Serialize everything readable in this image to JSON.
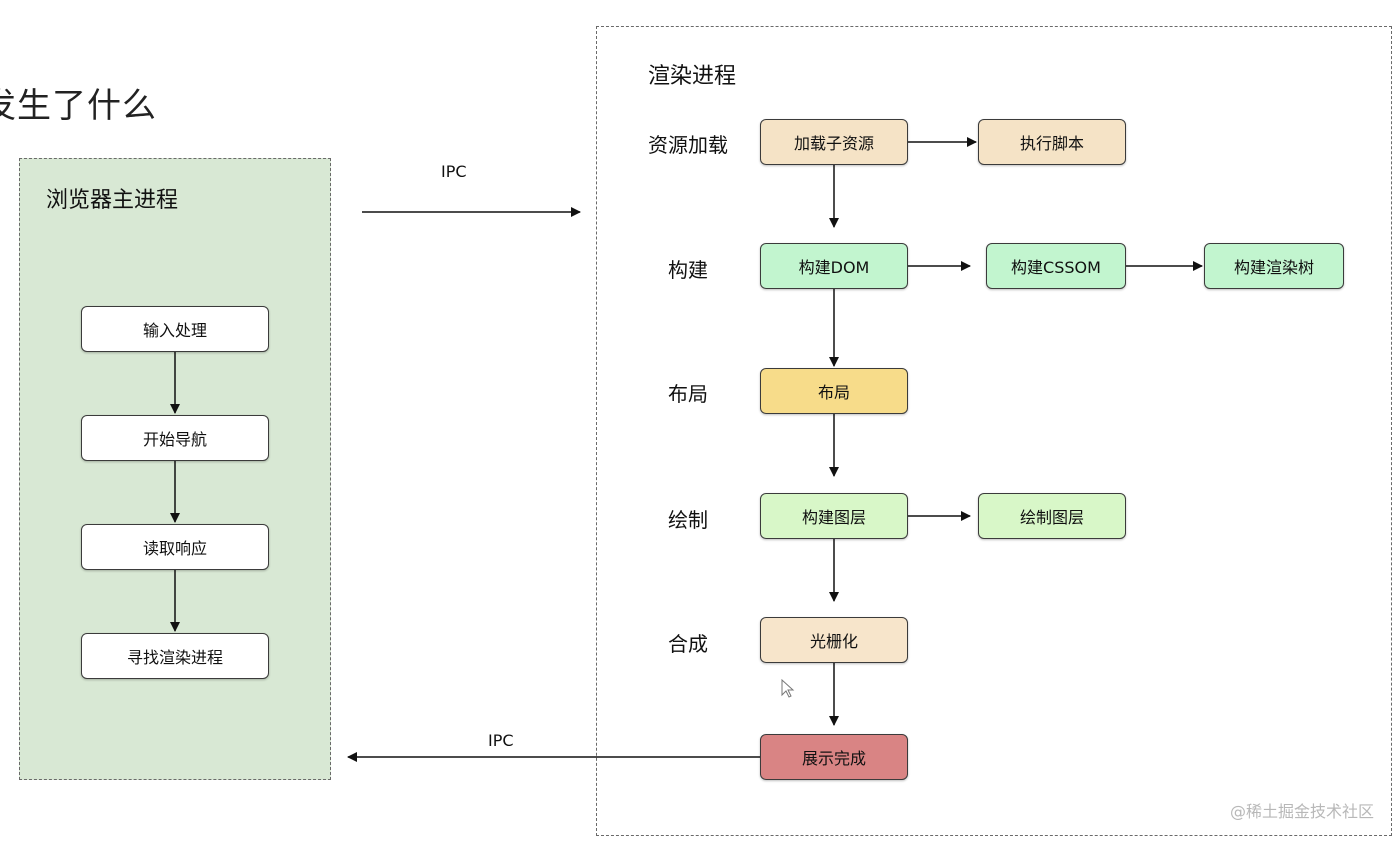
{
  "page_title": "发生了什么",
  "ipc_label": "IPC",
  "ipc_return_label": "IPC",
  "main_process": {
    "title": "浏览器主进程",
    "steps": [
      "输入处理",
      "开始导航",
      "读取响应",
      "寻找渲染进程"
    ]
  },
  "render_process": {
    "title": "渲染进程",
    "stages": {
      "load": "资源加载",
      "build": "构建",
      "layout": "布局",
      "paint": "绘制",
      "composite": "合成"
    },
    "nodes": {
      "load_subresources": "加载子资源",
      "run_scripts": "执行脚本",
      "build_dom": "构建DOM",
      "build_cssom": "构建CSSOM",
      "build_render_tree": "构建渲染树",
      "layout": "布局",
      "build_layers": "构建图层",
      "paint_layers": "绘制图层",
      "rasterize": "光栅化",
      "display_done": "展示完成"
    }
  },
  "colors": {
    "panel_green": "#d8e8d4",
    "node_white": "#ffffff",
    "node_beige": "#f5e3c6",
    "node_mint": "#c2f5cf",
    "node_yellow": "#f7dc8a",
    "node_light_green": "#d8f7c8",
    "node_cream": "#f7e5cb",
    "node_red": "#d98484"
  },
  "watermark": "@稀土掘金技术社区"
}
